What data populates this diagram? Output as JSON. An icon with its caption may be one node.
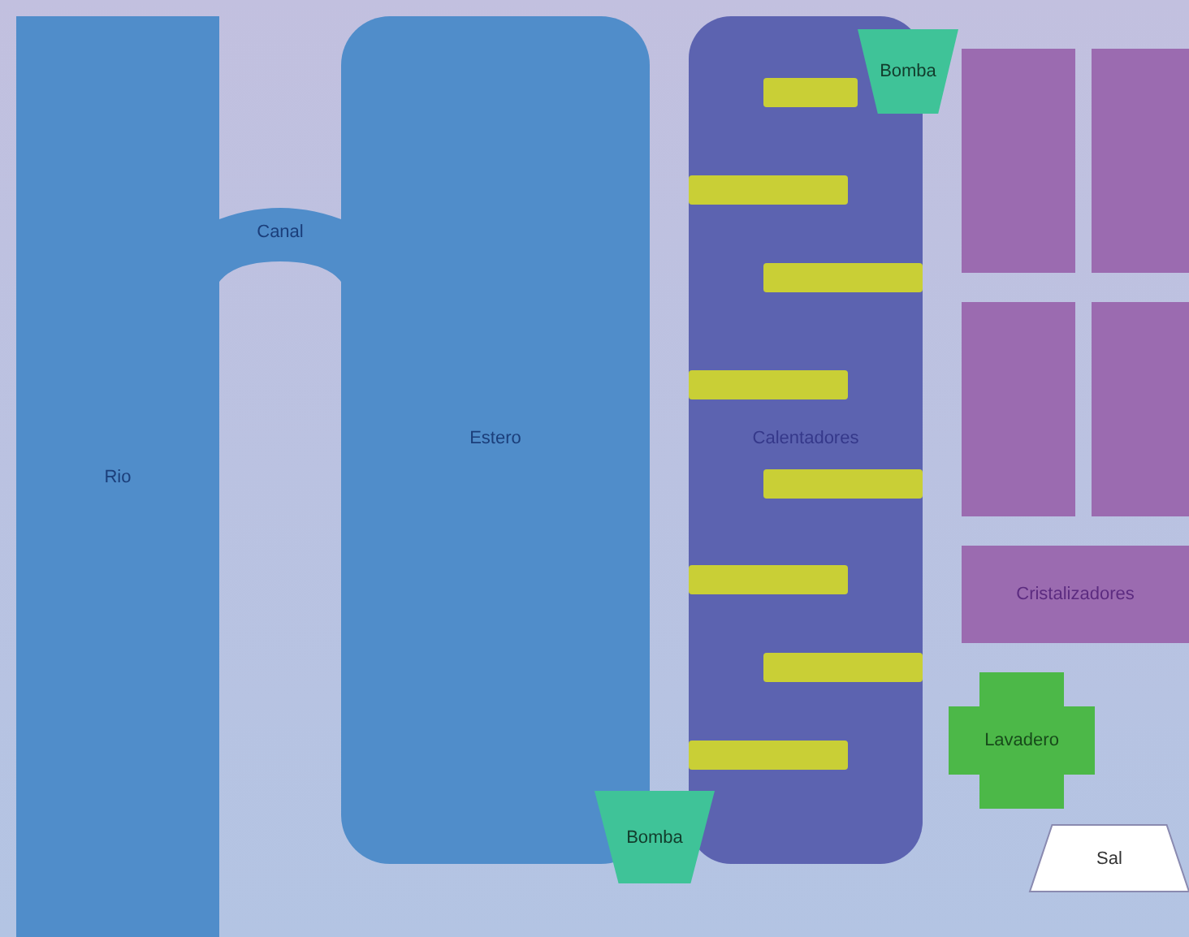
{
  "diagram": {
    "nodes": [
      {
        "text": [
          "Rio"
        ]
      },
      {
        "text": [
          "Canal"
        ]
      },
      {
        "text": [
          "Estero"
        ]
      },
      {
        "text": [
          "Calentadores"
        ]
      },
      {
        "text": [],
        "shape": "bar",
        "in": 3
      },
      {
        "text": [],
        "shape": "bar",
        "in": 3
      },
      {
        "text": [],
        "shape": "bar",
        "in": 3
      },
      {
        "text": [],
        "shape": "bar",
        "in": 3
      },
      {
        "text": [],
        "shape": "bar",
        "in": 3
      },
      {
        "text": [],
        "shape": "bar",
        "in": 3
      },
      {
        "text": [],
        "shape": "bar",
        "in": 3
      },
      {
        "text": [],
        "shape": "bar",
        "in": 3
      },
      {
        "text": [
          "Bomba"
        ]
      },
      {
        "text": [],
        "shape": "box"
      },
      {
        "text": [],
        "shape": "box"
      },
      {
        "text": [],
        "shape": "box"
      },
      {
        "text": [],
        "shape": "box"
      },
      {
        "text": [
          "Cristalizadores"
        ]
      },
      {
        "text": [
          "Lavadero"
        ]
      },
      {
        "text": [
          "Bomba"
        ]
      },
      {
        "text": [
          "Sal"
        ]
      }
    ]
  }
}
